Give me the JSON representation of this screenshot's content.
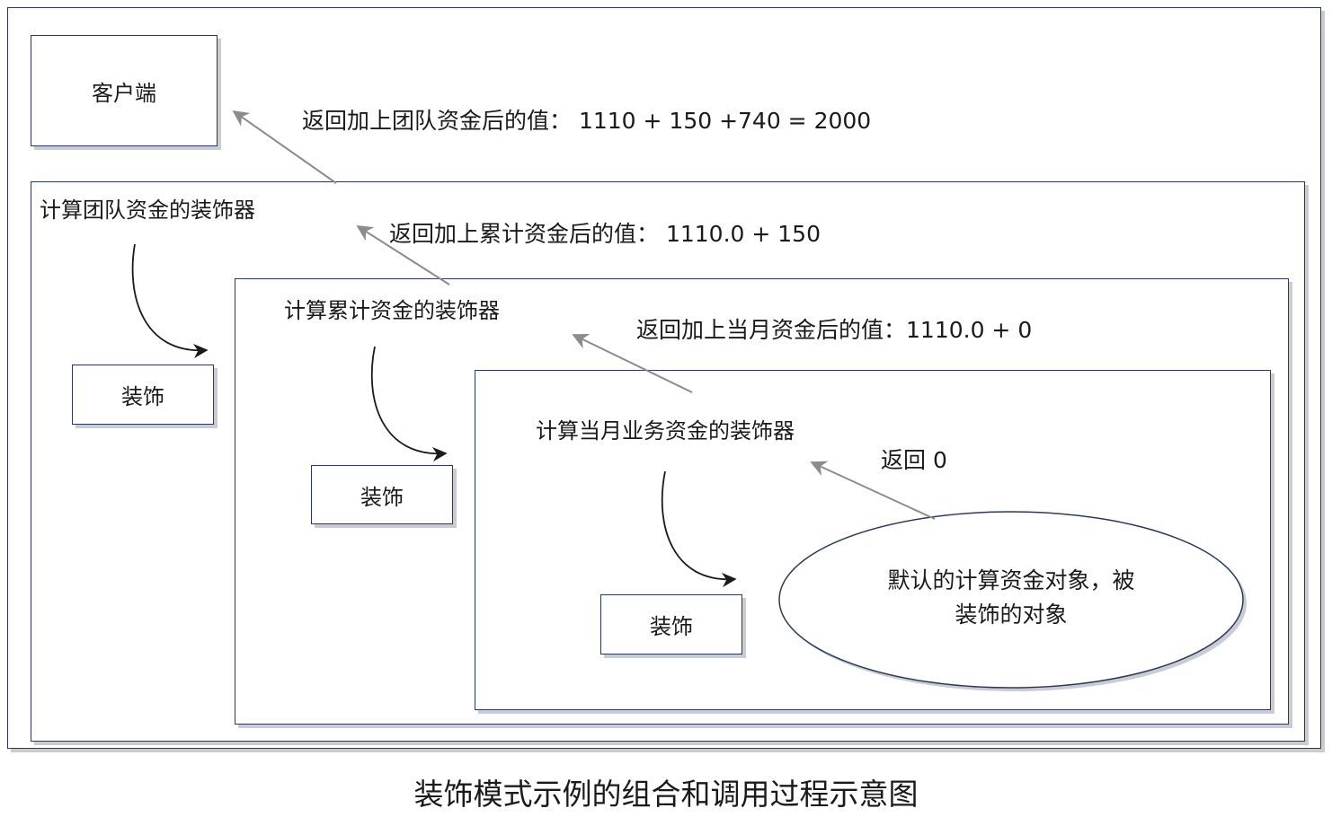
{
  "client": {
    "label": "客户端"
  },
  "team_decorator": {
    "title": "计算团队资金的装饰器",
    "decorate_label": "装饰",
    "return_label": "返回加上团队资金后的值： 1110 + 150 +740 = 2000"
  },
  "cumulative_decorator": {
    "title": "计算累计资金的装饰器",
    "decorate_label": "装饰",
    "return_label": "返回加上累计资金后的值： 1110.0 + 150"
  },
  "monthly_decorator": {
    "title": "计算当月业务资金的装饰器",
    "decorate_label": "装饰",
    "return_label": "返回加上当月资金后的值：1110.0 + 0"
  },
  "default_component": {
    "label_line1": "默认的计算资金对象，被",
    "label_line2": "装饰的对象",
    "return_label": "返回 0"
  },
  "caption": "装饰模式示例的组合和调用过程示意图",
  "colors": {
    "border": "#2b3a5c",
    "shadow": "#c9cdd3",
    "return_arrow": "#8c8c8c",
    "decorate_arrow": "#1a1a1a"
  }
}
